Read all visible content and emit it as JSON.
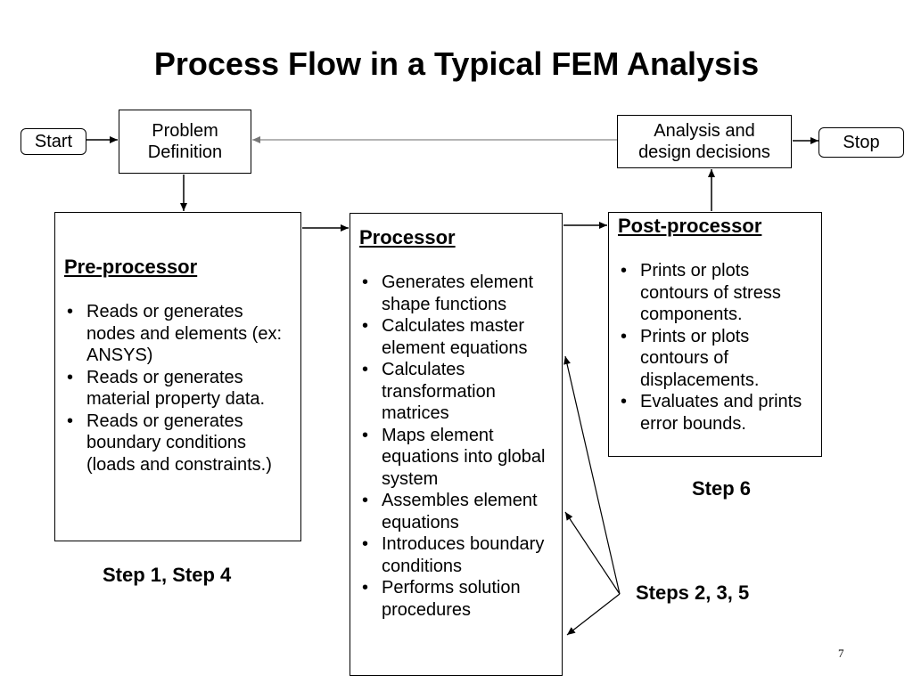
{
  "title": "Process Flow in a Typical FEM Analysis",
  "start_label": "Start",
  "stop_label": "Stop",
  "problem_definition": {
    "line1": "Problem",
    "line2": "Definition"
  },
  "analysis": {
    "line1": "Analysis and",
    "line2": "design decisions"
  },
  "pre_processor": {
    "heading": "Pre-processor",
    "bullets": [
      "Reads or generates nodes and elements (ex: ANSYS)",
      "Reads or generates material property data.",
      "Reads or generates boundary conditions (loads and constraints.)"
    ]
  },
  "processor": {
    "heading": "Processor",
    "bullets": [
      "Generates element shape functions",
      "Calculates master element equations",
      "Calculates transformation matrices",
      "Maps element equations into global system",
      "Assembles element equations",
      "Introduces boundary conditions",
      "Performs solution procedures"
    ]
  },
  "post_processor": {
    "heading": "Post-processor",
    "bullets": [
      "Prints or plots contours of stress components.",
      "Prints or plots contours of displacements.",
      "Evaluates and prints error bounds."
    ]
  },
  "steps": {
    "pre": "Step 1, Step 4",
    "processor": "Steps 2, 3, 5",
    "post": "Step 6"
  },
  "page_number": "7"
}
